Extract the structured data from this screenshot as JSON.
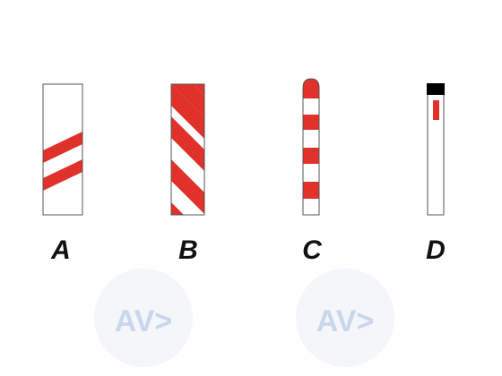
{
  "colors": {
    "background": "#ffffff",
    "stripe": "#e0312b",
    "outline": "#555555",
    "cap": "#000000",
    "label": "#111111",
    "watermark": "#dfe6f0",
    "watermark_text": "#b7c8e6"
  },
  "options": [
    {
      "label": "A",
      "design": "two-diagonal-stripes"
    },
    {
      "label": "B",
      "design": "diagonal-alternating-stripes"
    },
    {
      "label": "C",
      "design": "horizontal-bands-rounded-top"
    },
    {
      "label": "D",
      "design": "black-cap-red-reflector"
    }
  ],
  "watermark": {
    "logo_text": "AV>",
    "count": 2
  }
}
